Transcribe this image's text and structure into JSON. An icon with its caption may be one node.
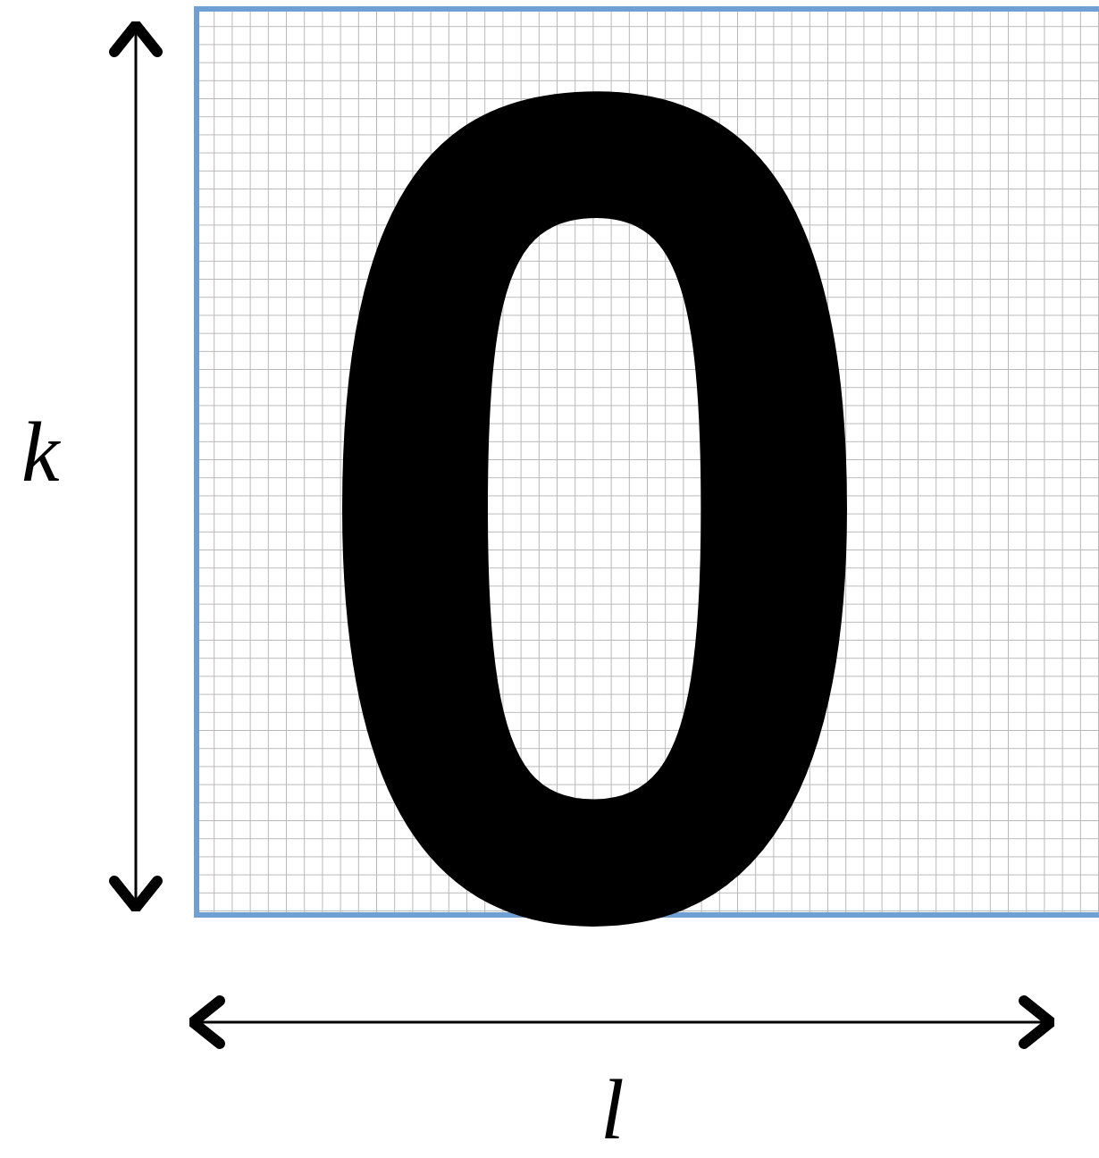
{
  "diagram": {
    "labels": [
      "0",
      "k",
      "l"
    ]
  }
}
